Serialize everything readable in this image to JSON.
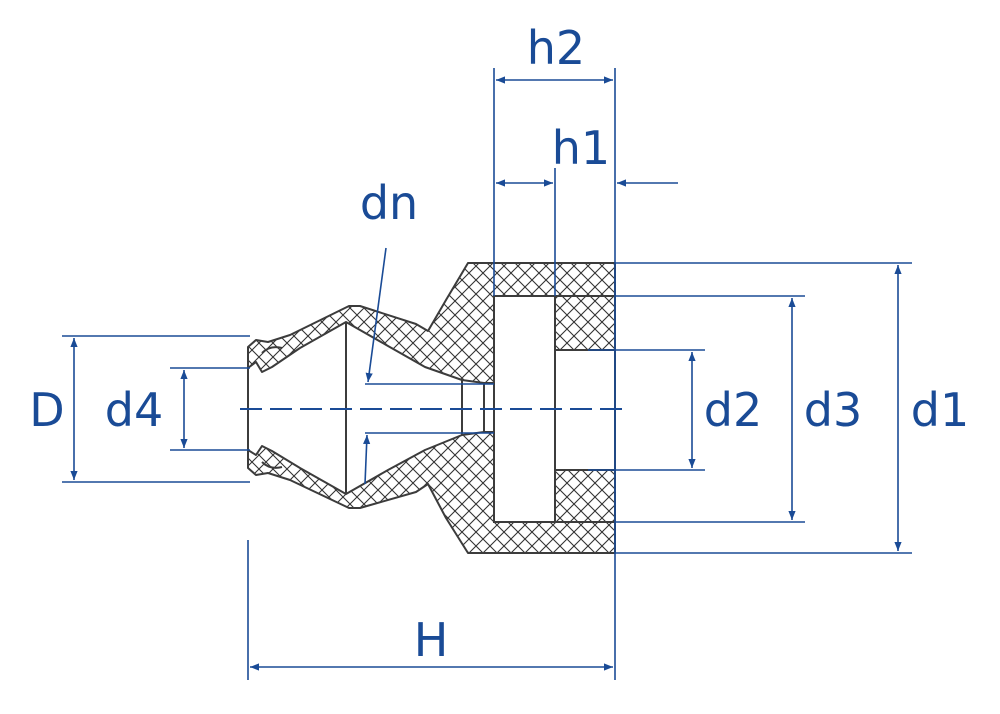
{
  "colors": {
    "dimension": "#1a4b96",
    "outline": "#3c3c3c",
    "hatch": "#333333",
    "background": "#ffffff"
  },
  "labels": {
    "h2": "h2",
    "h1": "h1",
    "dn": "dn",
    "D": "D",
    "d4": "d4",
    "d2": "d2",
    "d3": "d3",
    "d1": "d1",
    "H": "H"
  }
}
